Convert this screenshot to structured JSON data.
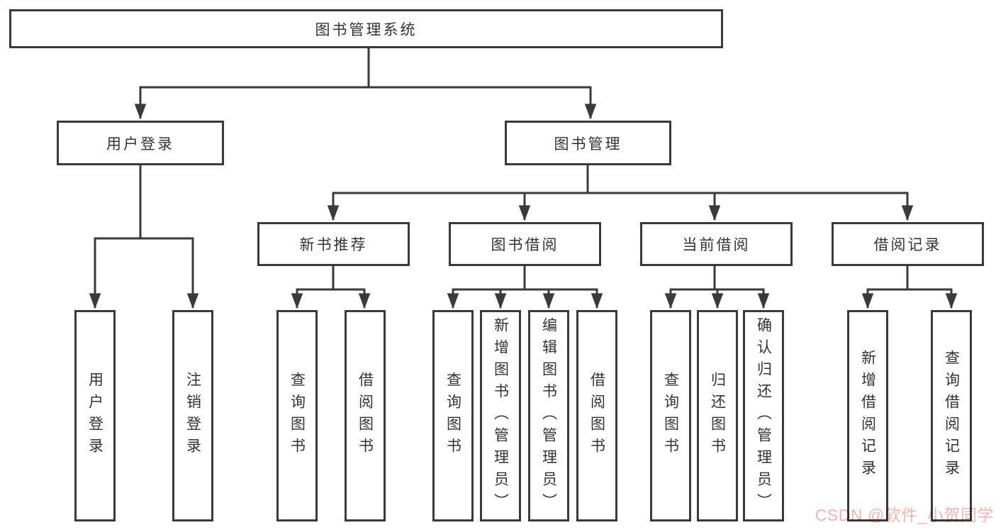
{
  "diagram": {
    "title": "图书管理系统",
    "tree": {
      "label": "图书管理系统",
      "children": [
        {
          "label": "用户登录",
          "children": [
            {
              "label": "用户登录"
            },
            {
              "label": "注销登录"
            }
          ]
        },
        {
          "label": "图书管理",
          "children": [
            {
              "label": "新书推荐",
              "children": [
                {
                  "label": "查询图书"
                },
                {
                  "label": "借阅图书"
                }
              ]
            },
            {
              "label": "图书借阅",
              "children": [
                {
                  "label": "查询图书"
                },
                {
                  "label": "新增图书（管理员）"
                },
                {
                  "label": "编辑图书（管理员）"
                },
                {
                  "label": "借阅图书"
                }
              ]
            },
            {
              "label": "当前借阅",
              "children": [
                {
                  "label": "查询图书"
                },
                {
                  "label": "归还图书"
                },
                {
                  "label": "确认归还（管理员）"
                }
              ]
            },
            {
              "label": "借阅记录",
              "children": [
                {
                  "label": "新增借阅记录"
                },
                {
                  "label": "查询借阅记录"
                }
              ]
            }
          ]
        }
      ]
    }
  },
  "watermark": {
    "text": "CSDN @软件_小贺同学",
    "color": "#f2b4b4"
  },
  "colors": {
    "line": "#3a3a3a",
    "text": "#333333",
    "background": "#ffffff"
  }
}
